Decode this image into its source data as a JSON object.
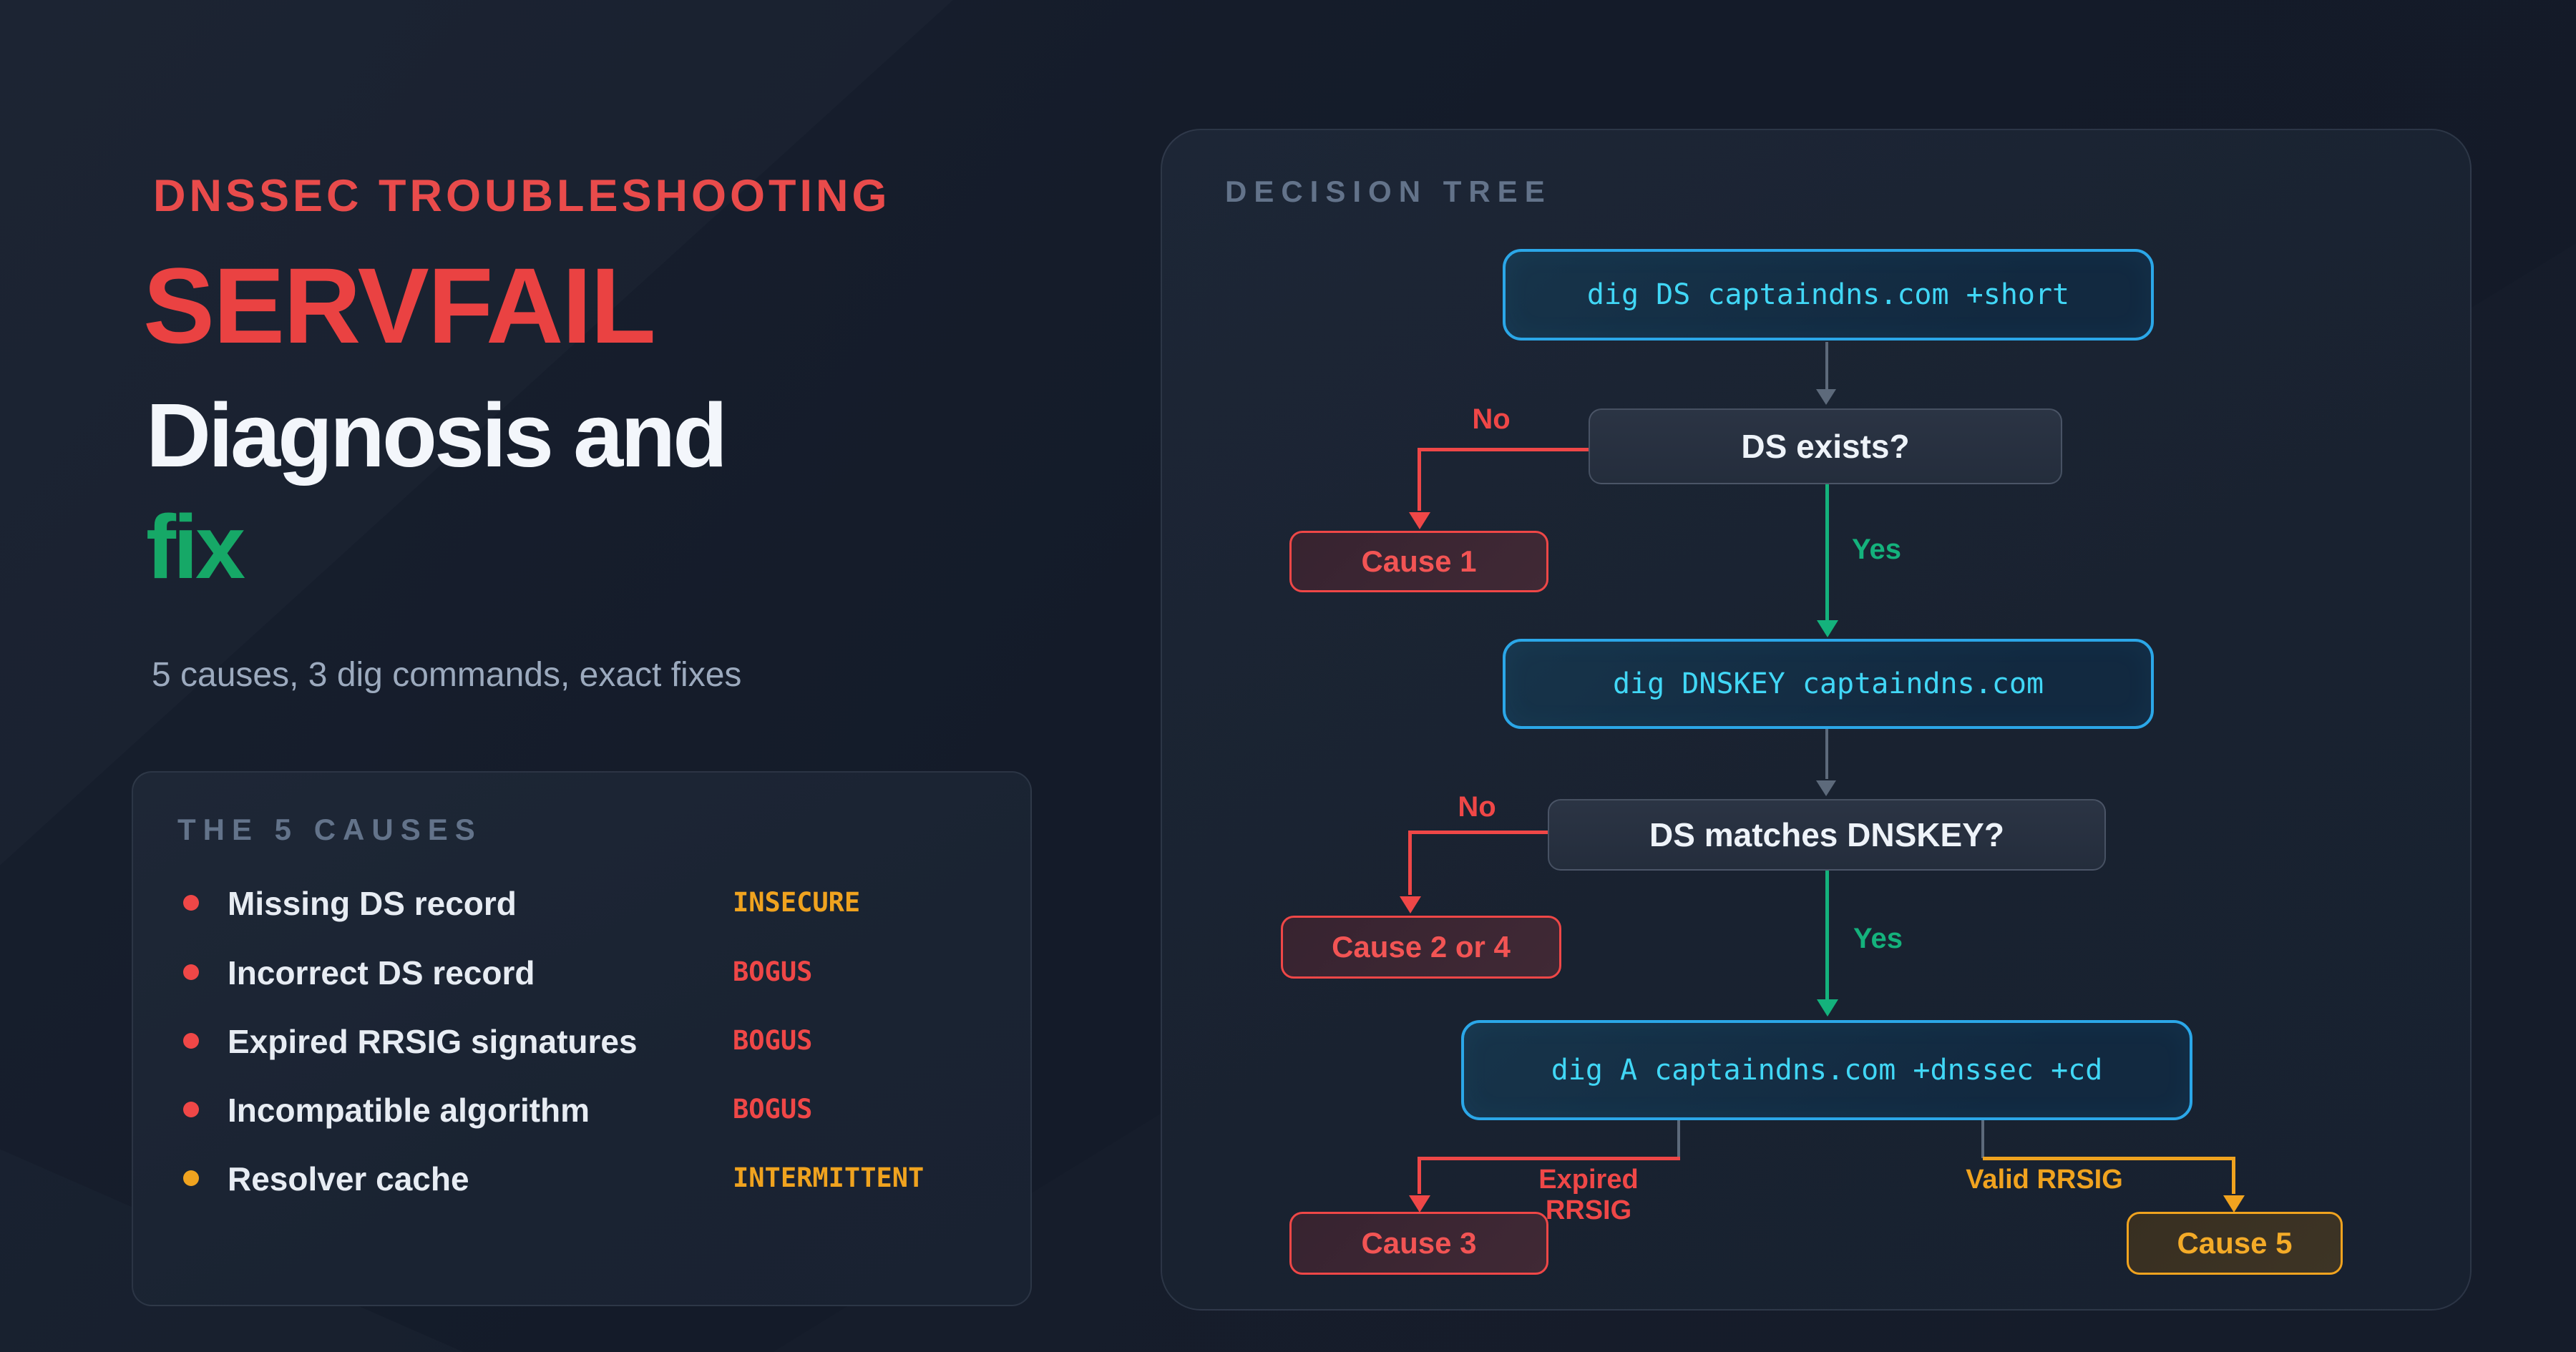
{
  "hero": {
    "eyebrow": "DNSSEC TROUBLESHOOTING",
    "title": "SERVFAIL",
    "heading_line2": "Diagnosis and",
    "heading_line3": "fix",
    "tagline": "5 causes, 3 dig commands, exact fixes"
  },
  "causes_card": {
    "header": "THE 5 CAUSES",
    "items": [
      {
        "label": "Missing DS record",
        "status": "INSECURE",
        "status_color": "#f0a31f",
        "dot_color": "#ef4747"
      },
      {
        "label": "Incorrect DS record",
        "status": "BOGUS",
        "status_color": "#ef4747",
        "dot_color": "#ef4747"
      },
      {
        "label": "Expired RRSIG signatures",
        "status": "BOGUS",
        "status_color": "#ef4747",
        "dot_color": "#ef4747"
      },
      {
        "label": "Incompatible algorithm",
        "status": "BOGUS",
        "status_color": "#ef4747",
        "dot_color": "#ef4747"
      },
      {
        "label": "Resolver cache",
        "status": "INTERMITTENT",
        "status_color": "#f0a31f",
        "dot_color": "#f0a31f"
      }
    ]
  },
  "decision_tree": {
    "header": "DECISION TREE",
    "commands": {
      "cmd1": "dig DS captaindns.com +short",
      "cmd2": "dig DNSKEY captaindns.com",
      "cmd3": "dig A captaindns.com +dnssec +cd"
    },
    "questions": {
      "q1": "DS exists?",
      "q2": "DS matches DNSKEY?"
    },
    "outcomes": {
      "cause1": "Cause 1",
      "cause2": "Cause 2 or 4",
      "cause3": "Cause 3",
      "cause5": "Cause 5"
    },
    "branch_labels": {
      "no1": "No",
      "yes1": "Yes",
      "no2": "No",
      "yes2": "Yes",
      "expired": "Expired RRSIG",
      "valid": "Valid RRSIG"
    }
  },
  "colors": {
    "red": "#ef4747",
    "green": "#14b27c",
    "amber": "#f0a31f",
    "cyan": "#41d7f6",
    "sky": "#2ba7e8",
    "white": "#f3f6fb",
    "muted": "#9caabe",
    "header-muted": "#63738a",
    "arrow-gray": "#5d6a7b"
  }
}
